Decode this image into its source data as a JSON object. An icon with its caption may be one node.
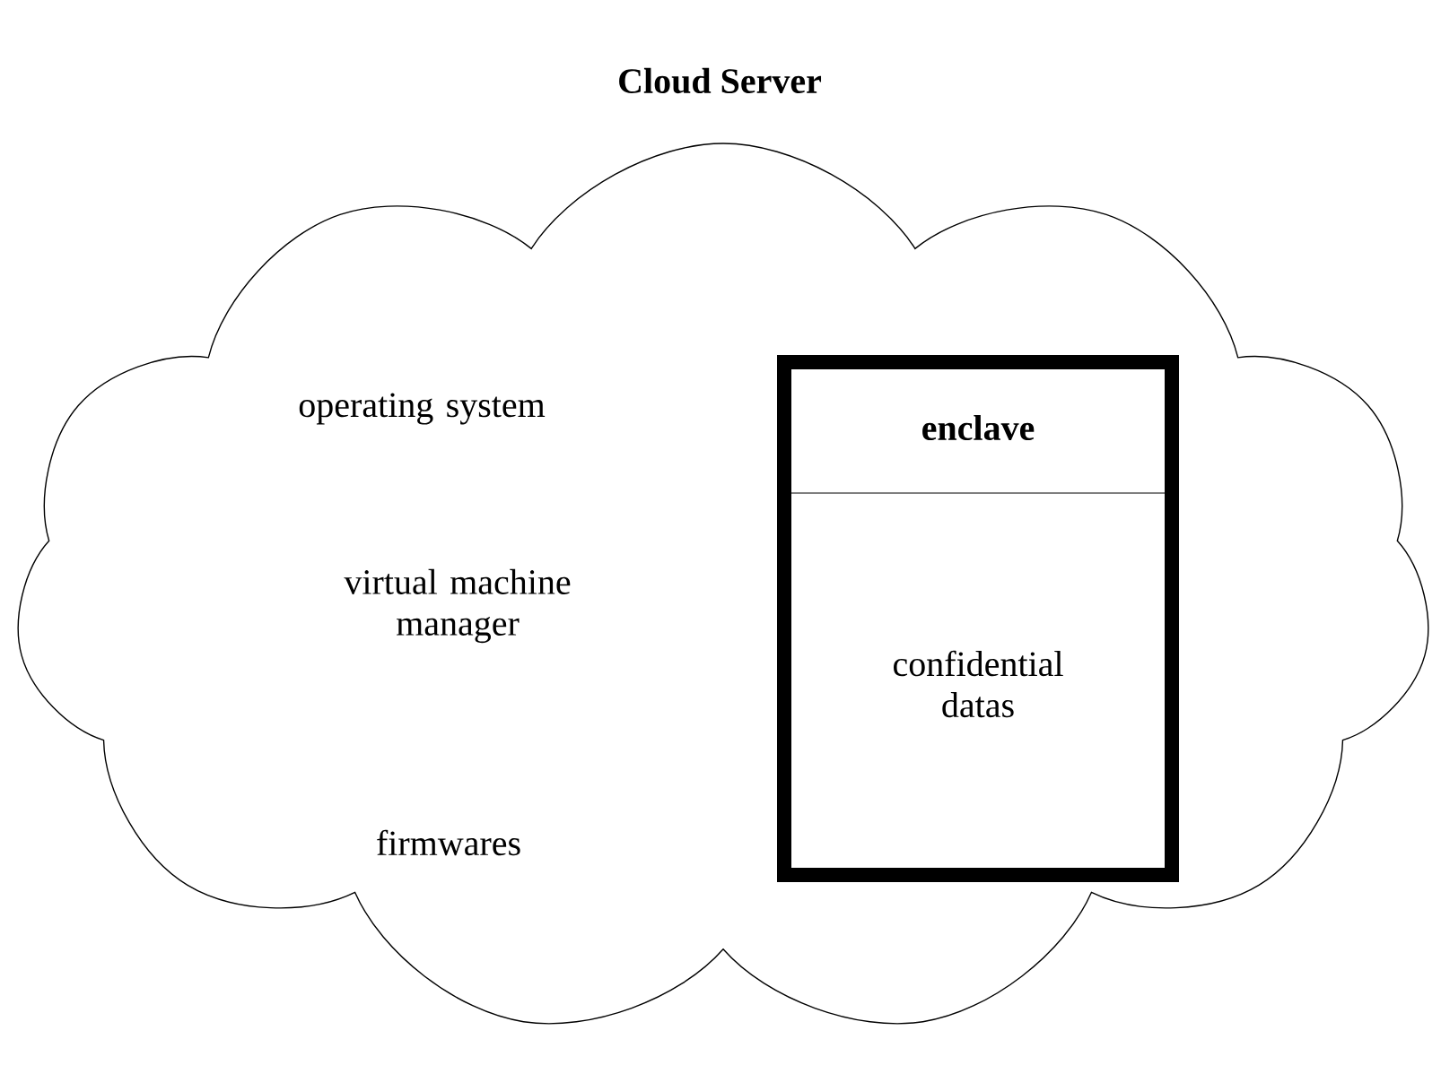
{
  "diagram": {
    "title": "Cloud Server",
    "nodes": [
      {
        "text": [
          "operating system",
          "virtual machine manager",
          "firmwares"
        ]
      },
      {
        "text": [
          "enclave",
          "confidential datas"
        ],
        "in": 0
      }
    ]
  }
}
